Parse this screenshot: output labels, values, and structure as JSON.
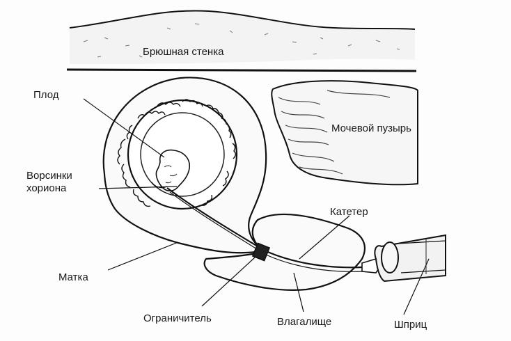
{
  "diagram": {
    "labels": {
      "abdominal_wall": "Брюшная стенка",
      "fetus": "Плод",
      "bladder": "Мочевой пузырь",
      "chorionic_villi": "Ворсинки хориона",
      "catheter": "Катетер",
      "uterus": "Матка",
      "limiter": "Ограничитель",
      "vagina": "Влагалище",
      "syringe": "Шприц"
    }
  }
}
